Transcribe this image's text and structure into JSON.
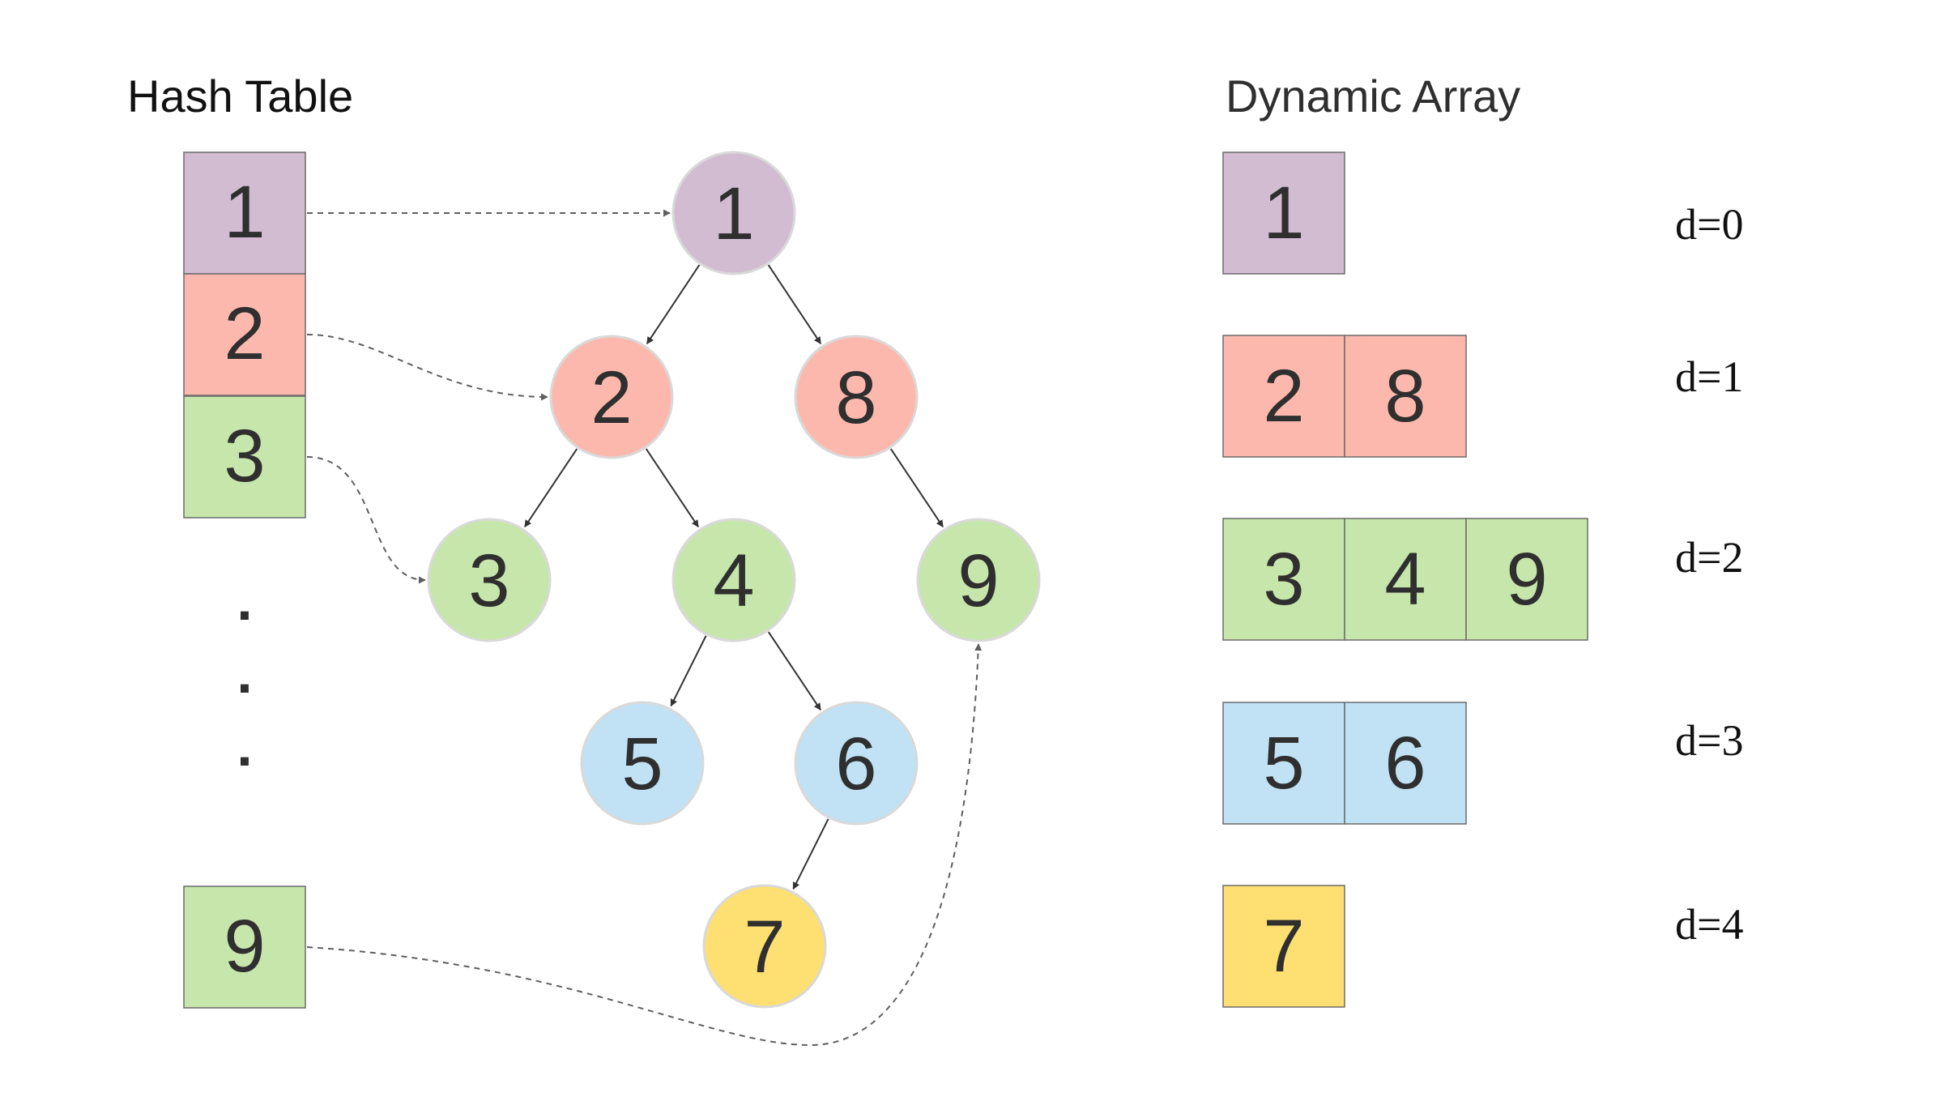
{
  "colors": {
    "purple": "#d1bcd1",
    "red": "#fdb8ae",
    "green": "#c7e6ab",
    "blue": "#c1e2f4",
    "yellow": "#fedf72",
    "text": "#2f2f2f",
    "border": "#6b6b6b",
    "node_border": "#d9d9d9",
    "edge": "#333333",
    "dashed": "#5f5f5f"
  },
  "hash_table": {
    "title": "Hash Table",
    "cells": [
      {
        "label": "1",
        "color": "purple"
      },
      {
        "label": "2",
        "color": "red"
      },
      {
        "label": "3",
        "color": "green"
      },
      {
        "label": "9",
        "color": "green"
      }
    ],
    "ellipsis": [
      ".",
      ".",
      "."
    ]
  },
  "tree": {
    "nodes": [
      {
        "id": "1",
        "label": "1",
        "color": "purple"
      },
      {
        "id": "2",
        "label": "2",
        "color": "red"
      },
      {
        "id": "8",
        "label": "8",
        "color": "red"
      },
      {
        "id": "3",
        "label": "3",
        "color": "green"
      },
      {
        "id": "4",
        "label": "4",
        "color": "green"
      },
      {
        "id": "9",
        "label": "9",
        "color": "green"
      },
      {
        "id": "5",
        "label": "5",
        "color": "blue"
      },
      {
        "id": "6",
        "label": "6",
        "color": "blue"
      },
      {
        "id": "7",
        "label": "7",
        "color": "yellow"
      }
    ],
    "edges": [
      [
        "1",
        "2"
      ],
      [
        "1",
        "8"
      ],
      [
        "2",
        "3"
      ],
      [
        "2",
        "4"
      ],
      [
        "8",
        "9"
      ],
      [
        "4",
        "5"
      ],
      [
        "4",
        "6"
      ],
      [
        "6",
        "7"
      ]
    ]
  },
  "pointers": [
    {
      "from": "1",
      "to": "1"
    },
    {
      "from": "2",
      "to": "2"
    },
    {
      "from": "3",
      "to": "3"
    },
    {
      "from": "9",
      "to": "9"
    }
  ],
  "dynamic_array": {
    "title": "Dynamic Array",
    "rows": [
      {
        "depth_label": "d=0",
        "color": "purple",
        "cells": [
          "1"
        ]
      },
      {
        "depth_label": "d=1",
        "color": "red",
        "cells": [
          "2",
          "8"
        ]
      },
      {
        "depth_label": "d=2",
        "color": "green",
        "cells": [
          "3",
          "4",
          "9"
        ]
      },
      {
        "depth_label": "d=3",
        "color": "blue",
        "cells": [
          "5",
          "6"
        ]
      },
      {
        "depth_label": "d=4",
        "color": "yellow",
        "cells": [
          "7"
        ]
      }
    ]
  }
}
